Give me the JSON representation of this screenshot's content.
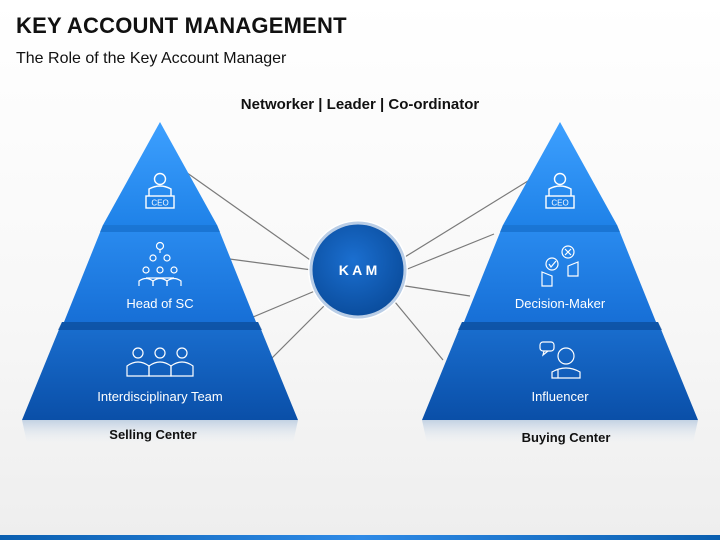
{
  "header": {
    "title": "KEY ACCOUNT MANAGEMENT",
    "subtitle": "The Role of the Key Account Manager",
    "tagline": "Networker | Leader | Co-ordinator"
  },
  "center": {
    "label": "K A M"
  },
  "left_pyramid": {
    "caption": "Selling Center",
    "top_badge": "CEO",
    "middle_label": "Head of SC",
    "bottom_label": "Interdisciplinary Team"
  },
  "right_pyramid": {
    "caption": "Buying Center",
    "top_badge": "CEO",
    "middle_label": "Decision-Maker",
    "bottom_label": "Influencer"
  },
  "colors": {
    "tier_top": "#2e8ff0",
    "tier_mid": "#1c7be0",
    "tier_bottom": "#0d5fbf",
    "kam_circle": "#0c58ad",
    "connector": "#777777"
  },
  "icons": {
    "top": "ceo-presenter-icon",
    "left_middle": "org-hierarchy-icon",
    "left_bottom": "team-group-icon",
    "right_middle": "decision-approve-reject-icon",
    "right_bottom": "speaking-person-icon"
  }
}
